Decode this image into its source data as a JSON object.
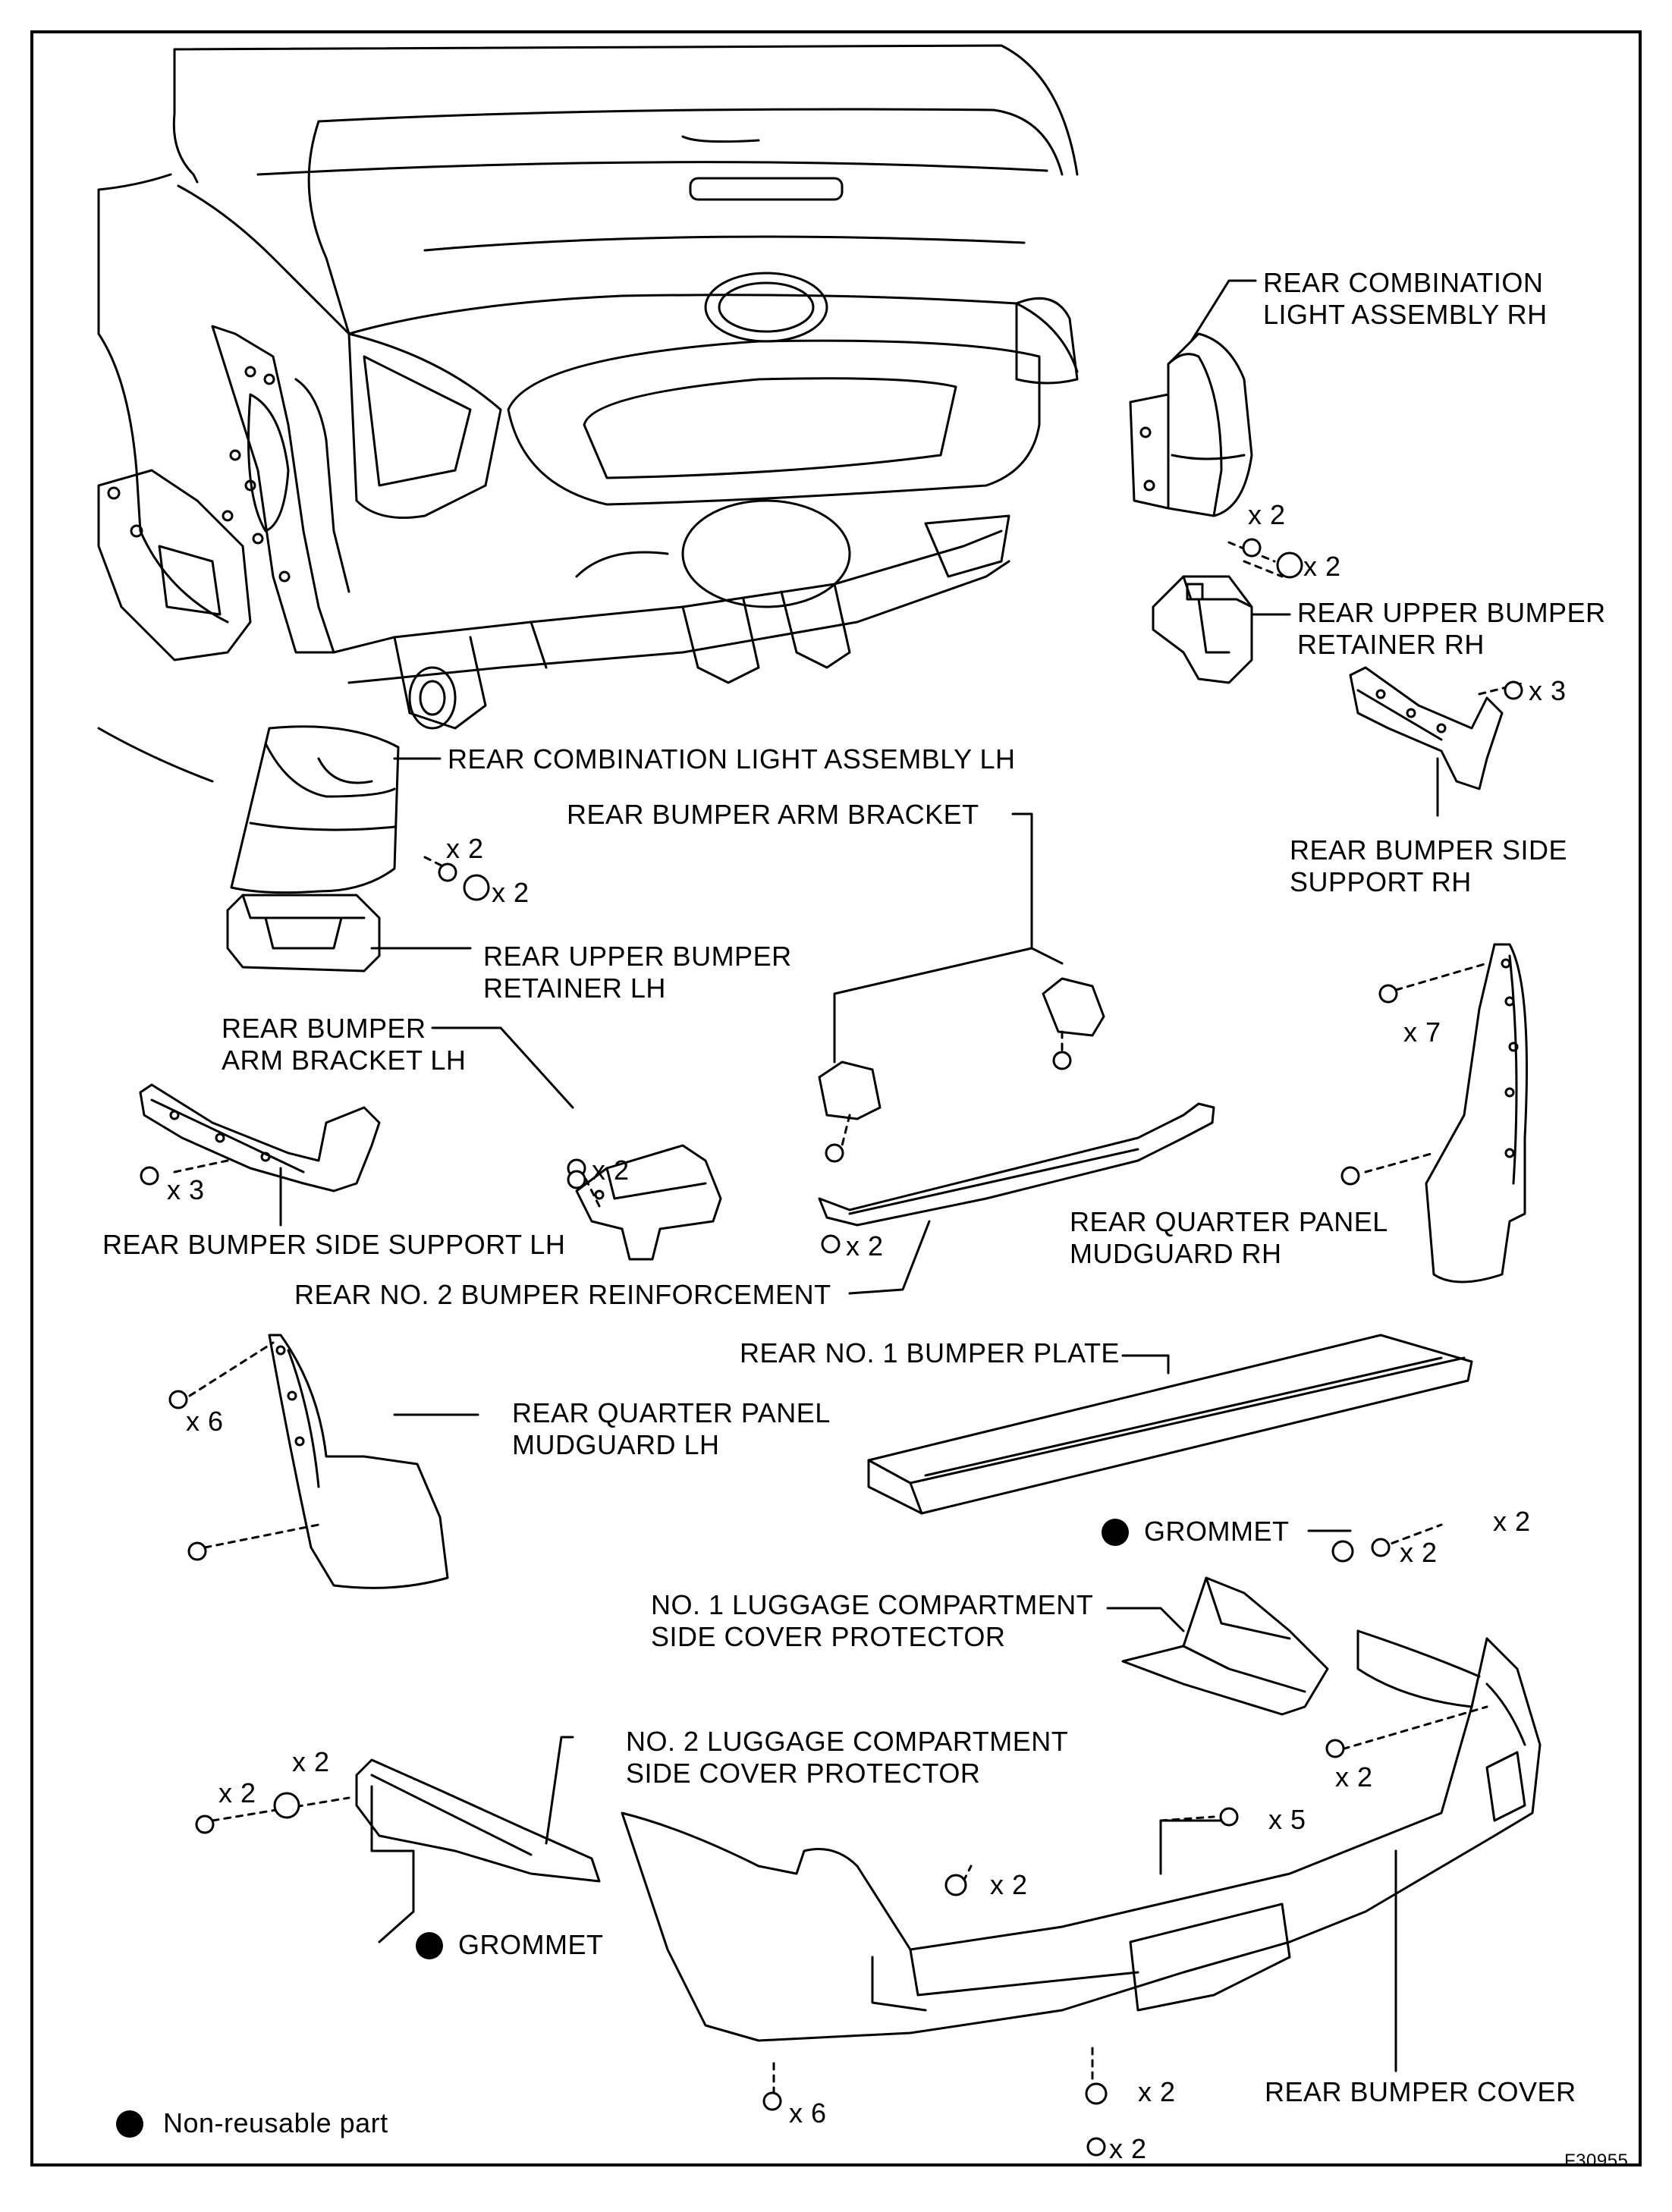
{
  "figure_id": "F30955",
  "legend": {
    "text": "Non-reusable part"
  },
  "labels": {
    "rear_combo_rh": [
      "REAR COMBINATION",
      "LIGHT ASSEMBLY RH"
    ],
    "rear_upper_retainer_rh": [
      "REAR UPPER BUMPER",
      "RETAINER RH"
    ],
    "rear_side_support_rh": [
      "REAR BUMPER SIDE",
      "SUPPORT RH"
    ],
    "rear_combo_lh": [
      "REAR COMBINATION LIGHT ASSEMBLY LH"
    ],
    "rear_arm_bracket": [
      "REAR BUMPER ARM BRACKET"
    ],
    "rear_upper_retainer_lh": [
      "REAR UPPER BUMPER",
      "RETAINER LH"
    ],
    "rear_arm_bracket_lh": [
      "REAR BUMPER",
      "ARM BRACKET LH"
    ],
    "rear_side_support_lh": [
      "REAR BUMPER SIDE SUPPORT LH"
    ],
    "rear_no2_reinforcement": [
      "REAR NO. 2 BUMPER REINFORCEMENT"
    ],
    "rear_mudguard_rh": [
      "REAR QUARTER PANEL",
      "MUDGUARD RH"
    ],
    "rear_no1_plate": [
      "REAR NO. 1 BUMPER PLATE"
    ],
    "rear_mudguard_lh": [
      "REAR QUARTER PANEL",
      "MUDGUARD LH"
    ],
    "grommet_1": [
      "GROMMET"
    ],
    "no1_luggage_protector": [
      "NO. 1 LUGGAGE COMPARTMENT",
      "SIDE COVER PROTECTOR"
    ],
    "no2_luggage_protector": [
      "NO. 2 LUGGAGE COMPARTMENT",
      "SIDE COVER PROTECTOR"
    ],
    "grommet_2": [
      "GROMMET"
    ],
    "rear_bumper_cover": [
      "REAR BUMPER COVER"
    ]
  },
  "quantities": {
    "rh_light_screw": "x 2",
    "rh_light_clip": "x 2",
    "rh_support_screw": "x 3",
    "lh_light_screw": "x 2",
    "lh_light_clip": "x 2",
    "lh_support_screw": "x 3",
    "lh_arm_bolt": "x 2",
    "reinforcement_bolt": "x 2",
    "rh_mudguard_screw": "x 7",
    "lh_mudguard_screw": "x 6",
    "protector1_grommet": "x 2",
    "protector1_screw": "x 2",
    "cover_rh_screw": "x 2",
    "cover_center_clip": "x 5",
    "cover_left_screw": "x 2",
    "protector2_screw": "x 2",
    "protector2_grommet": "x 2",
    "cover_bottom_screw": "x 6",
    "cover_bottom_clip": "x 2",
    "cover_bottom_bolt": "x 2"
  }
}
